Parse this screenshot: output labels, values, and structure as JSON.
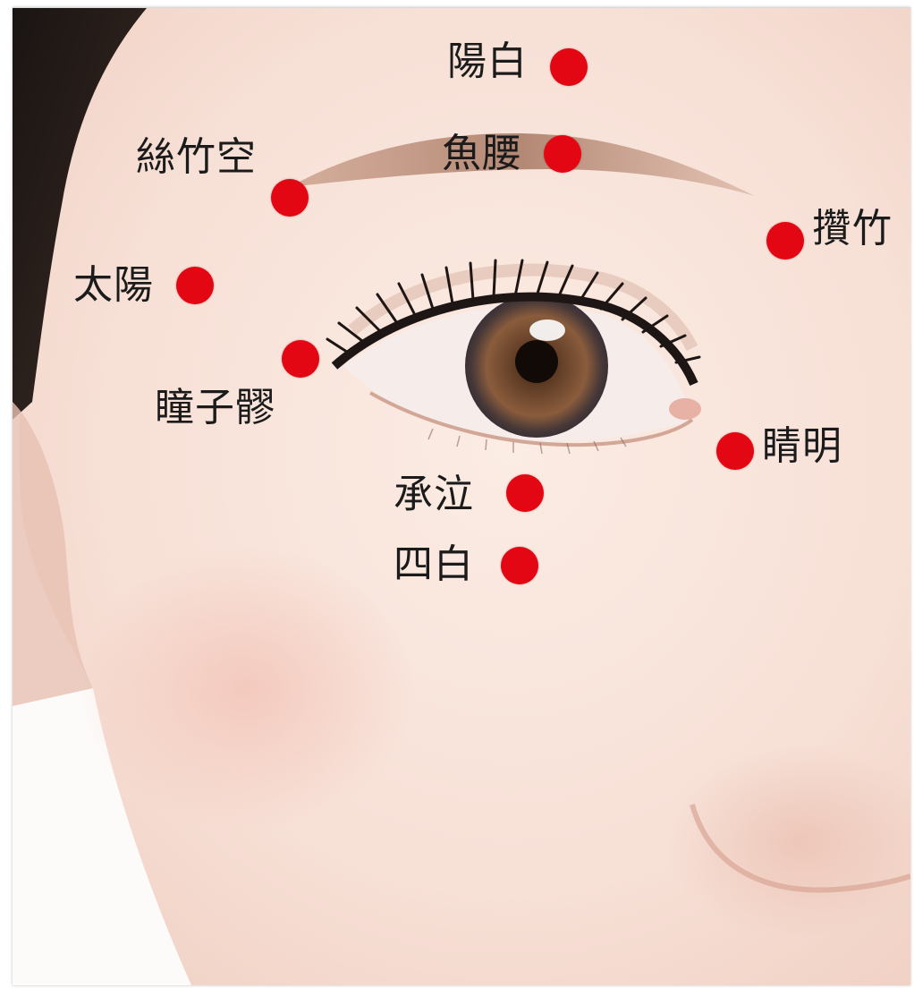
{
  "colors": {
    "point": "#e30613",
    "label": "#1b1b1b",
    "skin": "#f7e0d6",
    "hair": "#2a211d",
    "iris": "#6b4630"
  },
  "points": {
    "yangbai": {
      "label": "陽白"
    },
    "yuyao": {
      "label": "魚腰"
    },
    "sizhukong": {
      "label": "絲竹空"
    },
    "zanzhu": {
      "label": "攢竹"
    },
    "taiyang": {
      "label": "太陽"
    },
    "tongziliao": {
      "label": "瞳子髎"
    },
    "jingming": {
      "label": "睛明"
    },
    "chengqi": {
      "label": "承泣"
    },
    "sibai": {
      "label": "四白"
    }
  }
}
